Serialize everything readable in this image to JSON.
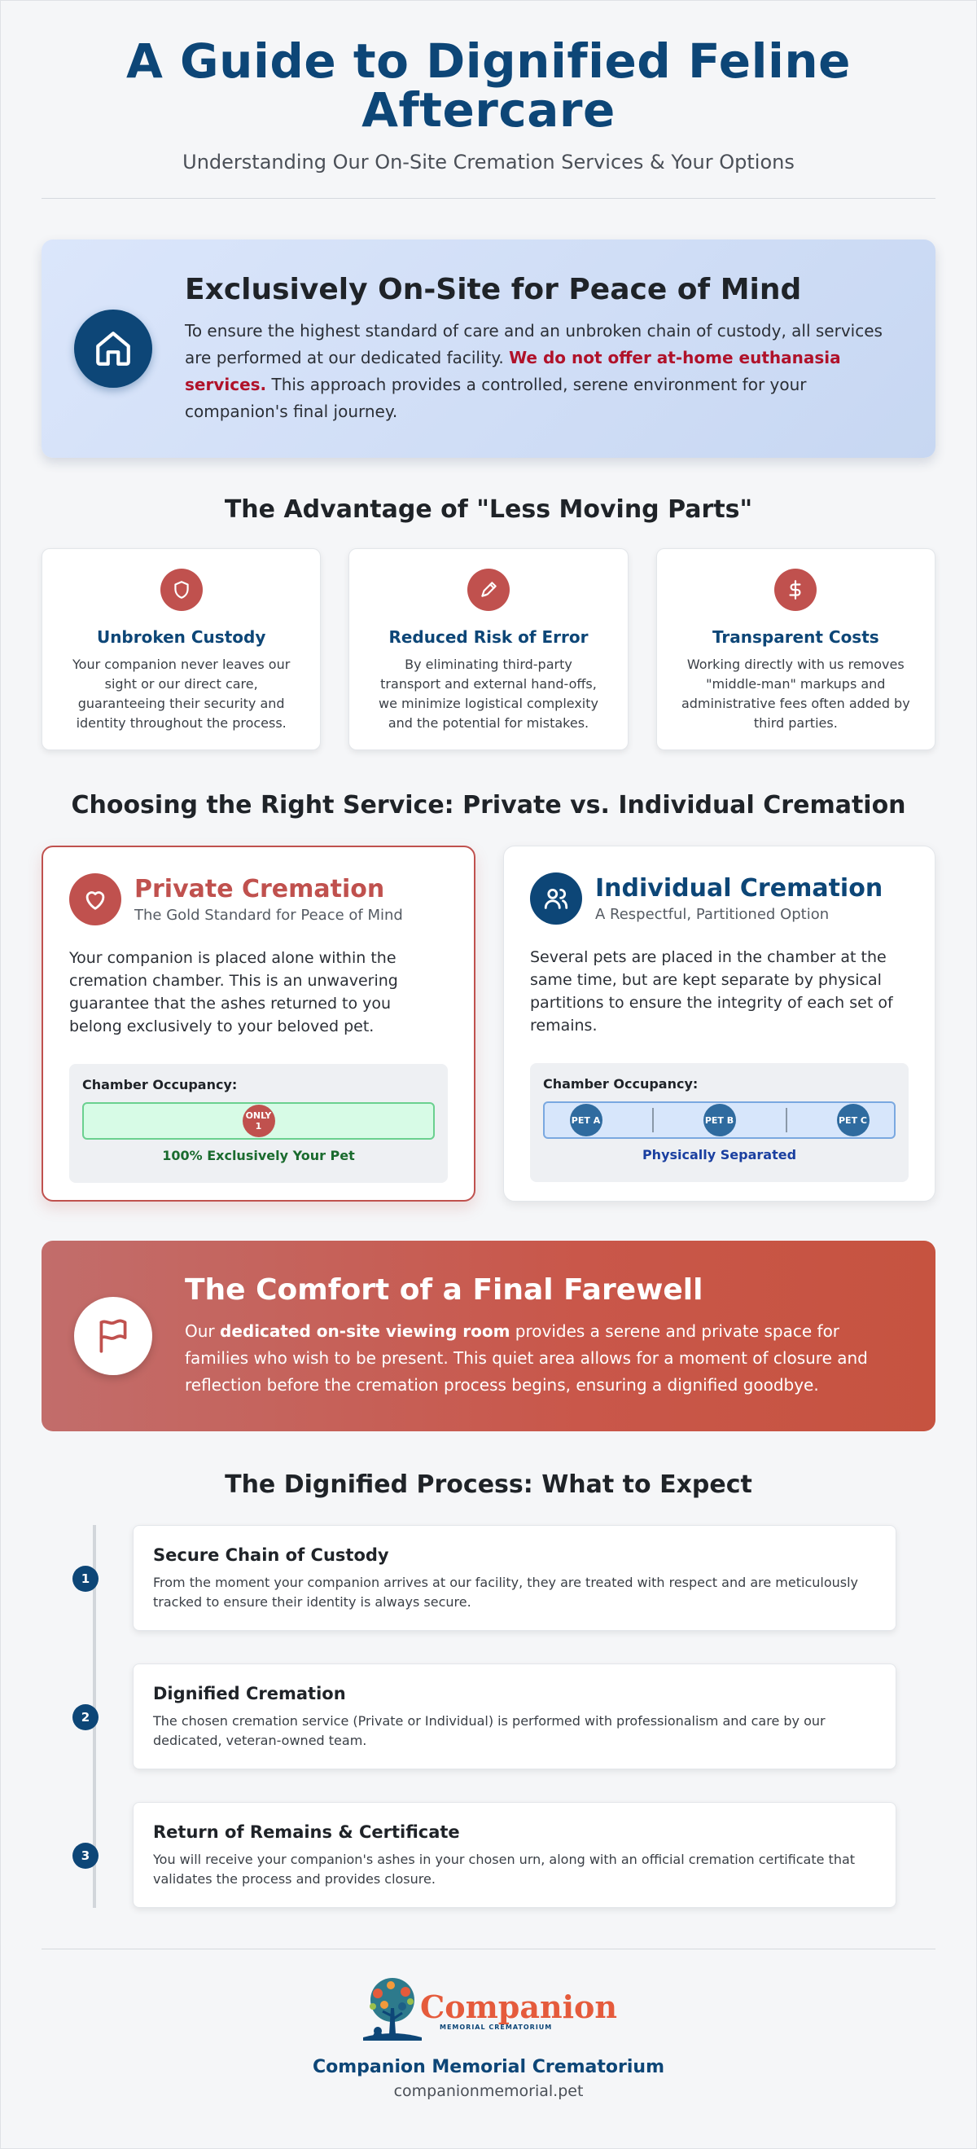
{
  "header": {
    "title": "A Guide to Dignified Feline Aftercare",
    "subtitle": "Understanding Our On-Site Cremation Services & Your Options"
  },
  "onsite": {
    "icon": "home-icon",
    "title": "Exclusively On-Site for Peace of Mind",
    "body_start": "To ensure the highest standard of care and an unbroken chain of custody, all services are performed at our dedicated facility. ",
    "body_warning": "We do not offer at-home euthanasia services.",
    "body_end": " This approach provides a controlled, serene environment for your companion's final journey."
  },
  "advantages": {
    "title": "The Advantage of \"Less Moving Parts\"",
    "items": [
      {
        "icon": "shield-icon",
        "title": "Unbroken Custody",
        "body": "Your companion never leaves our sight or our direct care, guaranteeing their security and identity throughout the process."
      },
      {
        "icon": "pencil-icon",
        "title": "Reduced Risk of Error",
        "body": "By eliminating third-party transport and external hand-offs, we minimize logistical complexity and the potential for mistakes."
      },
      {
        "icon": "dollar-icon",
        "title": "Transparent Costs",
        "body": "Working directly with us removes \"middle-man\" markups and administrative fees often added by third parties."
      }
    ]
  },
  "choose": {
    "title": "Choosing the Right Service: Private vs. Individual Cremation",
    "private": {
      "icon": "heart-icon",
      "name": "Private Cremation",
      "tagline": "The Gold Standard for Peace of Mind",
      "body": "Your companion is placed alone within the cremation chamber. This is an unwavering guarantee that the ashes returned to you belong exclusively to your beloved pet.",
      "occupancy_label": "Chamber Occupancy:",
      "pet": "ONLY 1",
      "caption": "100% Exclusively Your Pet"
    },
    "individual": {
      "icon": "users-icon",
      "name": "Individual Cremation",
      "tagline": "A Respectful, Partitioned Option",
      "body": "Several pets are placed in the chamber at the same time, but are kept separate by physical partitions to ensure the integrity of each set of remains.",
      "occupancy_label": "Chamber Occupancy:",
      "pets": [
        "PET A",
        "PET B",
        "PET C"
      ],
      "caption": "Physically Separated"
    }
  },
  "farewell": {
    "icon": "flag-icon",
    "title": "The Comfort of a Final Farewell",
    "body_start": "Our ",
    "body_bold": "dedicated on-site viewing room",
    "body_end": " provides a serene and private space for families who wish to be present. This quiet area allows for a moment of closure and reflection before the cremation process begins, ensuring a dignified goodbye."
  },
  "process": {
    "title": "The Dignified Process: What to Expect",
    "steps": [
      {
        "num": "1",
        "title": "Secure Chain of Custody",
        "body": "From the moment your companion arrives at our facility, they are treated with respect and are meticulously tracked to ensure their identity is always secure."
      },
      {
        "num": "2",
        "title": "Dignified Cremation",
        "body": "The chosen cremation service (Private or Individual) is performed with professionalism and care by our dedicated, veteran-owned team."
      },
      {
        "num": "3",
        "title": "Return of Remains & Certificate",
        "body": "You will receive your companion's ashes in your chosen urn, along with an official cremation certificate that validates the process and provides closure."
      }
    ]
  },
  "footer": {
    "logo_word": "Companion",
    "logo_sub": "MEMORIAL CREMATORIUM",
    "name": "Companion Memorial Crematorium",
    "url": "companionmemorial.pet"
  },
  "colors": {
    "navy": "#0d4677",
    "accent_red": "#c0514e",
    "warning": "#b0122a",
    "green_caption": "#1a6b2e",
    "blue_caption": "#1a3fa0"
  }
}
